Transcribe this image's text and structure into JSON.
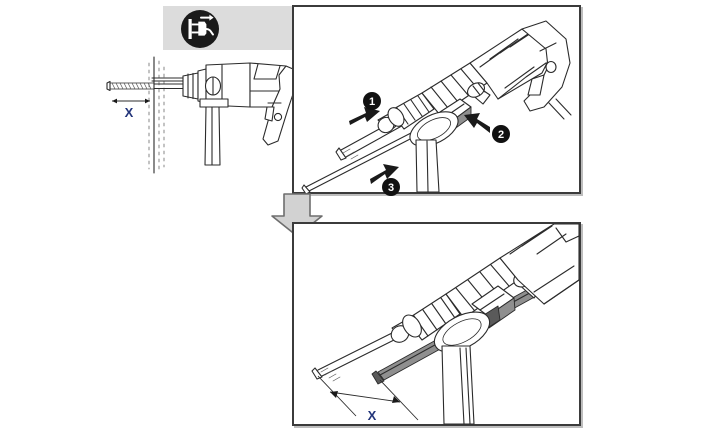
{
  "document": {
    "type": "tool-instruction-illustration",
    "subject": "rotary hammer drill depth gauge adjustment",
    "background_color": "#ffffff"
  },
  "safety_notice": {
    "icon_name": "unplug-power-icon",
    "meaning": "Disconnect plug from power socket before adjustment",
    "band_color": "#dcdcdc",
    "icon_color": "#1a1a1a"
  },
  "left_illustration": {
    "name": "drilling-depth-reference",
    "description": "Hammer drill drilling into wall showing drilled depth X",
    "dimension_label": "X",
    "label_color": "#23357a"
  },
  "panels": [
    {
      "id": "panel-top",
      "name": "depth-rod-adjustment-panel",
      "description": "Rotary hammer with depth stop rod, three numbered adjustment steps",
      "steps": [
        {
          "number": "1",
          "name": "step-1-insert-bit",
          "arrow_direction": "right"
        },
        {
          "number": "2",
          "name": "step-2-press-clamp-button",
          "arrow_direction": "up-left"
        },
        {
          "number": "3",
          "name": "step-3-slide-depth-rod",
          "arrow_direction": "up-right"
        }
      ]
    },
    {
      "id": "panel-bottom",
      "name": "depth-rod-set-panel",
      "description": "Close-up of depth rod set so protrusion equals drilling depth X",
      "dimension_label": "X",
      "label_color": "#23357a"
    }
  ],
  "flow_arrow": {
    "name": "downward-flow-arrow",
    "direction": "down",
    "fill_color": "#d2d2d2",
    "stroke_color": "#6e6e6e"
  },
  "panel_style": {
    "border_color": "#3b3b3b",
    "shadow_color": "#bdbdbd",
    "background": "#ffffff"
  }
}
